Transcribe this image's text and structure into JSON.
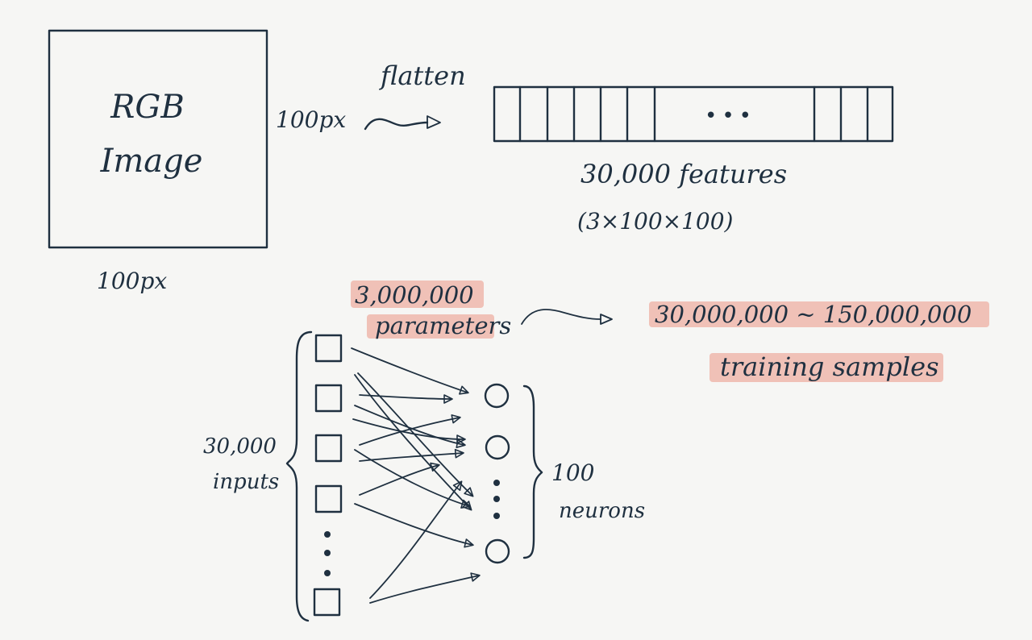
{
  "image_box": {
    "title_line1": "RGB",
    "title_line2": "Image",
    "height_label": "100px",
    "width_label": "100px"
  },
  "flatten": {
    "label": "flatten"
  },
  "feature_vector": {
    "ellipsis": "•••",
    "label": "30,000 features",
    "shape": "(3×100×100)"
  },
  "parameters": {
    "line1": "3,000,000",
    "line2": "parameters"
  },
  "training": {
    "range": "30,000,000 ~ 150,000,000",
    "label": "training samples"
  },
  "network": {
    "inputs_count": "30,000",
    "inputs_label": "inputs",
    "neurons_count": "100",
    "neurons_label": "neurons"
  }
}
